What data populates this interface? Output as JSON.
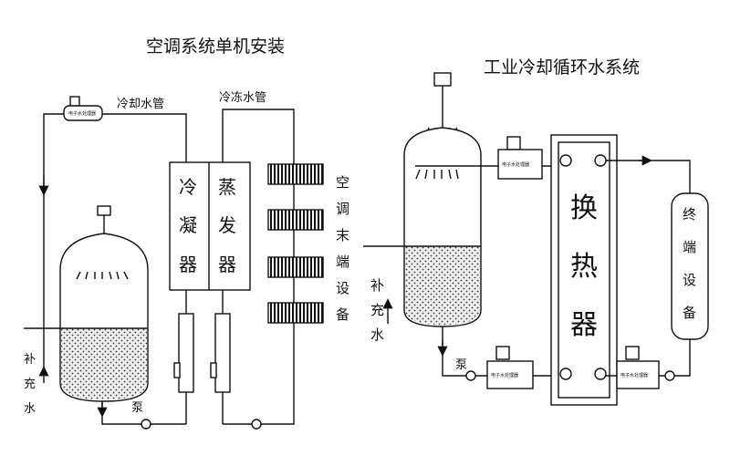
{
  "left": {
    "title": "空调系统单机安装",
    "cooling_pipe": "冷却水管",
    "chilled_pipe": "冷冻水管",
    "condenser": [
      "冷",
      "凝",
      "器"
    ],
    "evaporator": [
      "蒸",
      "发",
      "器"
    ],
    "terminal": [
      "空",
      "调",
      "末",
      "端",
      "设",
      "备"
    ],
    "makeup": [
      "补",
      "充",
      "水"
    ],
    "pump": "泵",
    "processor": "电子水处理器"
  },
  "right": {
    "title": "工业冷却循环水系统",
    "exchanger": [
      "换",
      "热",
      "器"
    ],
    "terminal": [
      "终",
      "端",
      "设",
      "备"
    ],
    "makeup": [
      "补",
      "充",
      "水"
    ],
    "pump": "泵",
    "processor": "电子水处理器"
  },
  "colors": {
    "line": "#111111",
    "water": "#e8e8e8"
  }
}
